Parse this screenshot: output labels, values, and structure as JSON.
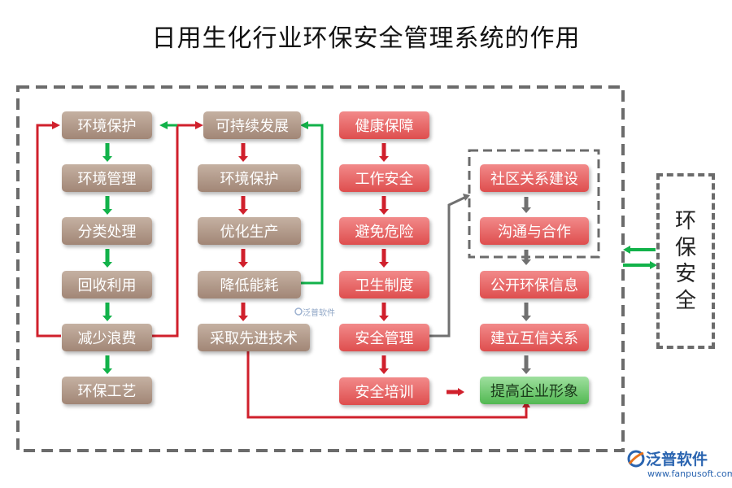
{
  "title": "日用生化行业环保安全管理系统的作用",
  "columns": {
    "col1": [
      "环境保护",
      "环境管理",
      "分类处理",
      "回收利用",
      "减少浪费",
      "环保工艺"
    ],
    "col2": [
      "可持续发展",
      "环境保护",
      "优化生产",
      "降低能耗",
      "采取先进技术"
    ],
    "col3": [
      "健康保障",
      "工作安全",
      "避免危险",
      "卫生制度",
      "安全管理",
      "安全培训"
    ],
    "col4": [
      "社区关系建设",
      "沟通与合作",
      "公开环保信息",
      "建立互信关系",
      "提高企业形象"
    ]
  },
  "side": {
    "chars": [
      "环",
      "保",
      "安",
      "全"
    ]
  },
  "watermark": "泛普软件",
  "logo": {
    "name": "泛普软件",
    "url": "www.fanpusoft.com"
  },
  "colors": {
    "tan": "#a88e7e",
    "red": "#e05555",
    "green": "#5cbf5c",
    "red_line": "#d0202c",
    "green_line": "#12b24a",
    "gray_arrow": "#707070",
    "dash_border": "#6b6b6b"
  }
}
